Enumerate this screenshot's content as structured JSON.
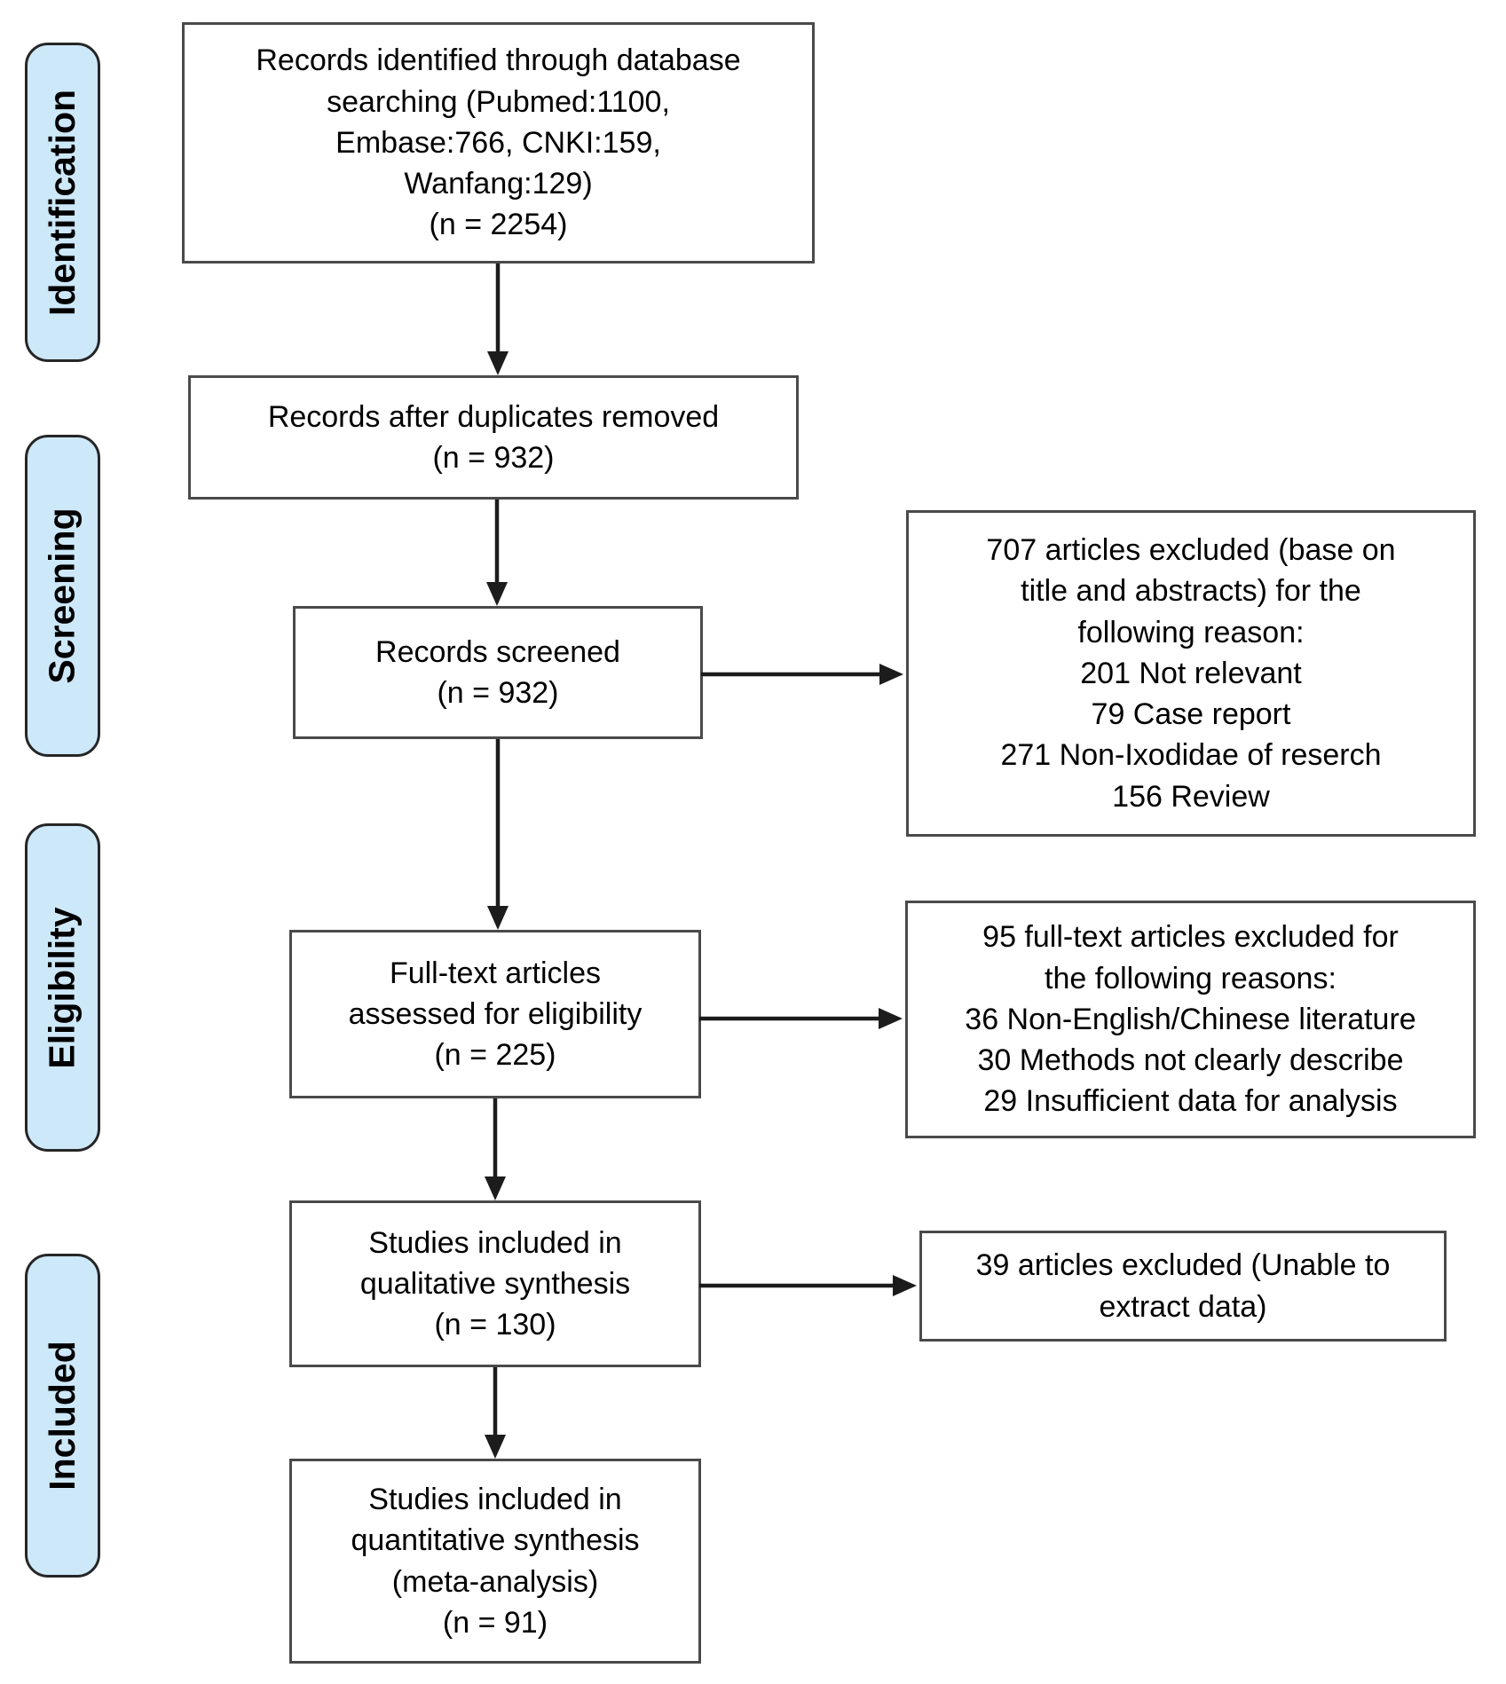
{
  "colors": {
    "stage_fill": "#cde8f9",
    "stage_border": "#262626",
    "box_fill": "#ffffff",
    "box_border": "#4a4a4a",
    "arrow": "#1c1c1c",
    "text": "#000000"
  },
  "stages": [
    {
      "label": "Identification"
    },
    {
      "label": "Screening"
    },
    {
      "label": "Eligibility"
    },
    {
      "label": "Included"
    }
  ],
  "boxes": {
    "identified": {
      "text": "Records identified through database\nsearching (Pubmed:1100,\nEmbase:766, CNKI:159,\nWanfang:129)\n(n = 2254)"
    },
    "deduplicated": {
      "text": "Records after duplicates removed\n(n = 932)"
    },
    "screened": {
      "text": "Records screened\n(n = 932)"
    },
    "fulltext": {
      "text": "Full-text articles\nassessed for eligibility\n(n = 225)"
    },
    "qualitative": {
      "text": "Studies included in\nqualitative synthesis\n(n = 130)"
    },
    "quantitative": {
      "text": "Studies included in\nquantitative synthesis\n(meta-analysis)\n(n = 91)"
    }
  },
  "exclusions": {
    "screening": {
      "text": "707 articles excluded (base on\ntitle and abstracts) for the\nfollowing reason:\n201 Not relevant\n79 Case report\n271 Non-Ixodidae of reserch\n156 Review"
    },
    "eligibility": {
      "text": "95 full-text articles excluded for\nthe following reasons:\n36 Non-English/Chinese literature\n30 Methods not clearly describe\n29 Insufficient data for analysis"
    },
    "qualitative": {
      "text": "39 articles excluded (Unable to\nextract data)"
    }
  }
}
